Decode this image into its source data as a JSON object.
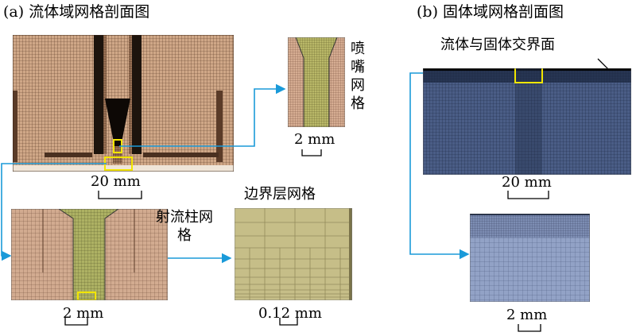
{
  "panels": {
    "a_title": "(a) 流体域网格剖面图",
    "b_title": "(b) 固体域网格剖面图"
  },
  "labels": {
    "nozzle_mesh": "喷嘴网格",
    "jet_column_mesh": "射流柱网格",
    "boundary_layer_mesh": "边界层网格",
    "interface": "流体与固体交界面"
  },
  "scales": {
    "a_main": "20 mm",
    "a_nozzle": "2 mm",
    "a_jet": "2 mm",
    "a_boundary": "0.12 mm",
    "b_main": "20 mm",
    "b_detail": "2 mm"
  },
  "colors": {
    "fluid_mesh": "#d9b79c",
    "jet_mesh": "#b7bb6a",
    "boundary_mesh": "#c9c08c",
    "solid_mesh": "#3c4f78",
    "solid_detail_mesh": "#8d9ec4",
    "arrow": "#1a9ad9",
    "highlight": "#f2e600"
  }
}
